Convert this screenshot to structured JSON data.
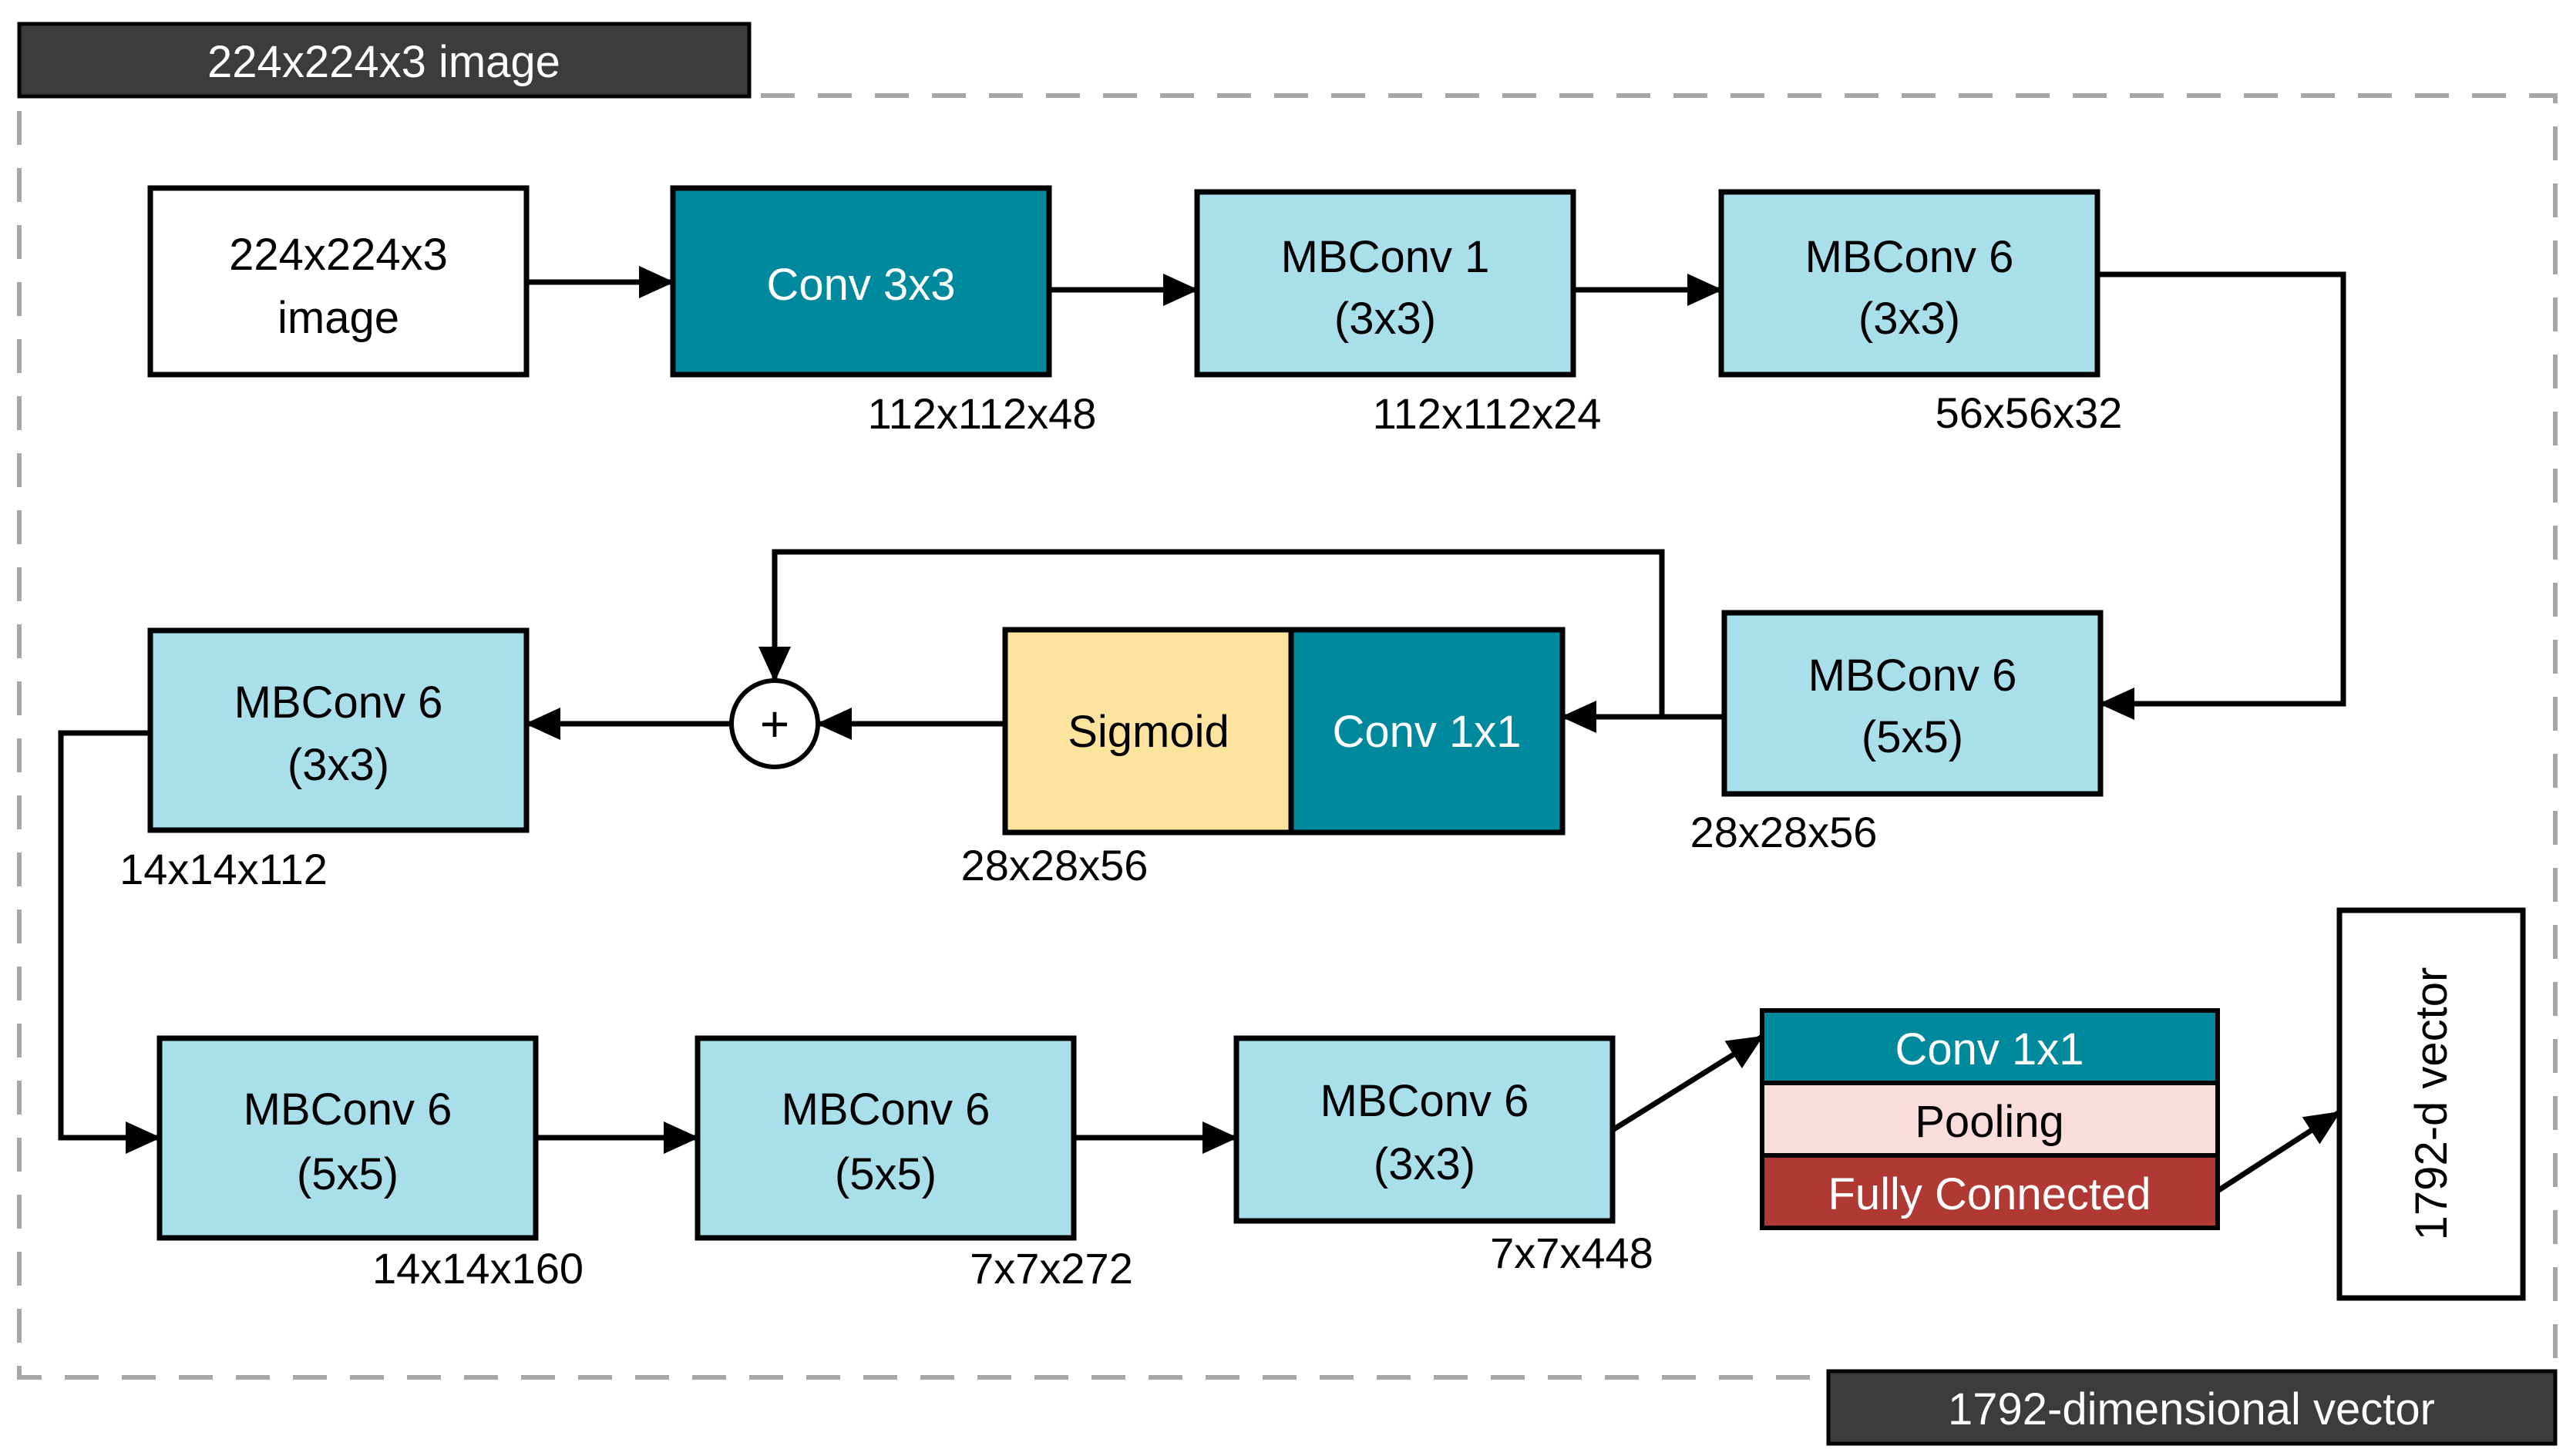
{
  "banners": {
    "top": "224x224x3 image",
    "bottom": "1792-dimensional vector"
  },
  "colors": {
    "teal": "#00889c",
    "light_blue": "#a8dfea",
    "yellow": "#fde49e",
    "pink": "#f9dcdc",
    "red": "#b03a33",
    "banner": "#3c3c3c",
    "dashed_border": "#a6a6a6",
    "outline": "#000000"
  },
  "blocks": {
    "input_image": {
      "line1": "224x224x3",
      "line2": "image"
    },
    "conv3x3": {
      "label": "Conv 3x3",
      "dims": "112x112x48"
    },
    "mbconv1_3x3": {
      "line1": "MBConv 1",
      "line2": "(3x3)",
      "dims": "112x112x24"
    },
    "mbconv6_3x3_a": {
      "line1": "MBConv 6",
      "line2": "(3x3)",
      "dims": "56x56x32"
    },
    "mbconv6_5x5_a": {
      "line1": "MBConv 6",
      "line2": "(5x5)",
      "dims": "28x28x56"
    },
    "conv1x1_attention": {
      "label": "Conv 1x1"
    },
    "sigmoid": {
      "label": "Sigmoid",
      "dims": "28x28x56"
    },
    "add_node": {
      "symbol": "+"
    },
    "mbconv6_3x3_b": {
      "line1": "MBConv 6",
      "line2": "(3x3)",
      "dims": "14x14x112"
    },
    "mbconv6_5x5_b": {
      "line1": "MBConv 6",
      "line2": "(5x5)",
      "dims": "14x14x160"
    },
    "mbconv6_5x5_c": {
      "line1": "MBConv 6",
      "line2": "(5x5)",
      "dims": "7x7x272"
    },
    "mbconv6_3x3_c": {
      "line1": "MBConv 6",
      "line2": "(3x3)",
      "dims": "7x7x448"
    },
    "head": {
      "conv": "Conv 1x1",
      "pooling": "Pooling",
      "fc": "Fully Connected"
    },
    "output_vector": {
      "label": "1792-d vector"
    }
  }
}
